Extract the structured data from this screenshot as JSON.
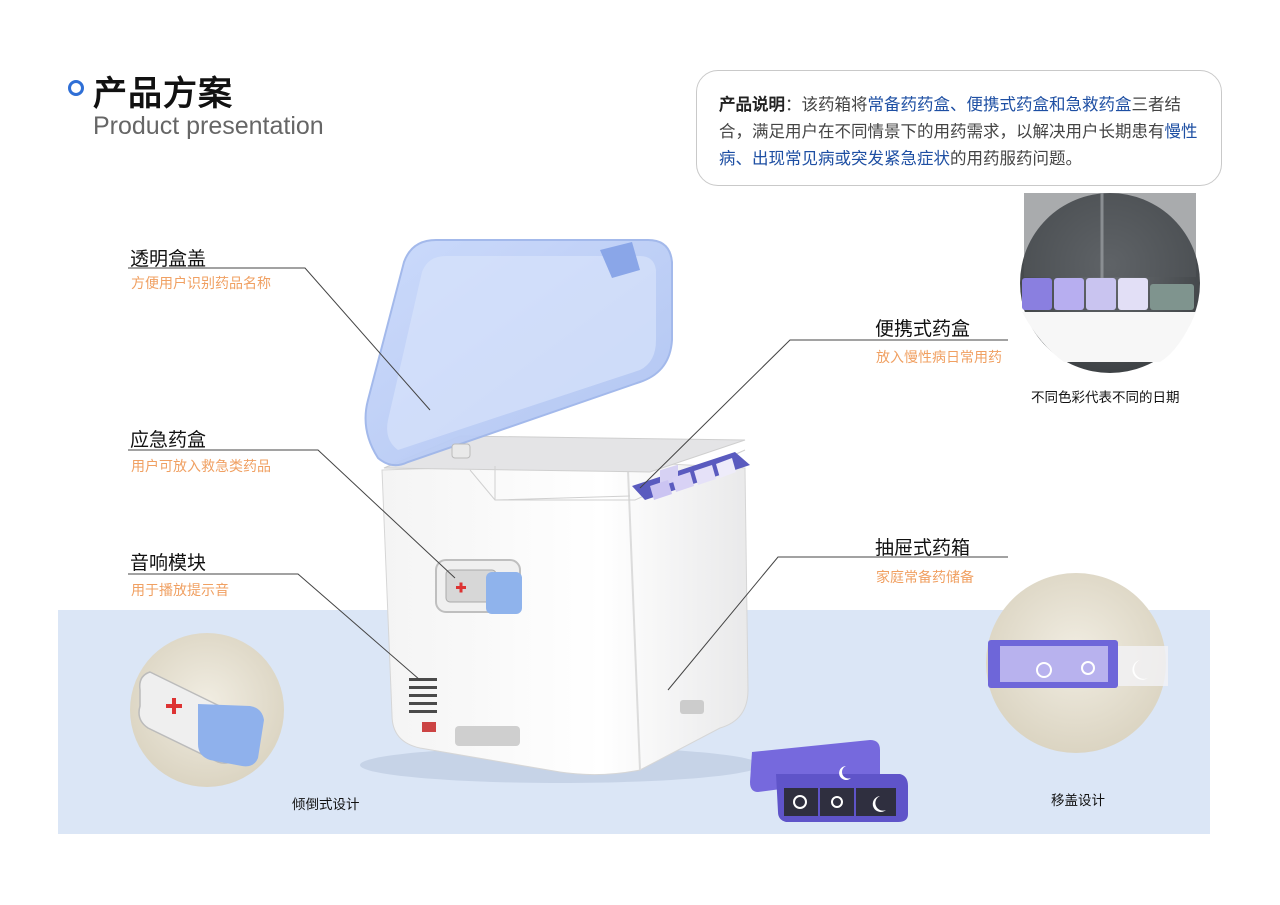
{
  "header": {
    "title": "产品方案",
    "subtitle": "Product presentation"
  },
  "description": {
    "label": "产品说明",
    "sep": "：",
    "t1": "该药箱将",
    "h1": "常备药药盒、便携式药盒和急救药盒",
    "t2": "三者结合，满足用户在不同情景下的用药需求，以解决用户长期患有",
    "h2": "慢性病、出现常见病或突发紧急症状",
    "t3": "的用药服药问题。"
  },
  "callouts": {
    "lid": {
      "title": "透明盒盖",
      "sub": "方便用户识别药品名称"
    },
    "emergency": {
      "title": "应急药盒",
      "sub": "用户可放入救急类药品"
    },
    "audio": {
      "title": "音响模块",
      "sub": "用于播放提示音"
    },
    "portable": {
      "title": "便携式药盒",
      "sub": "放入慢性病日常用药"
    },
    "drawer": {
      "title": "抽屉式药箱",
      "sub": "家庭常备药储备"
    }
  },
  "captions": {
    "colors": "不同色彩代表不同的日期",
    "tilt": "倾倒式设计",
    "slide": "移盖设计"
  },
  "colors": {
    "accent": "#2f6fd6",
    "highlight": "#1e4fa3",
    "sub_text": "#f0a062",
    "floor": "#dbe6f6",
    "lid": "#b9cdf5",
    "purple": "#7a6de0"
  }
}
